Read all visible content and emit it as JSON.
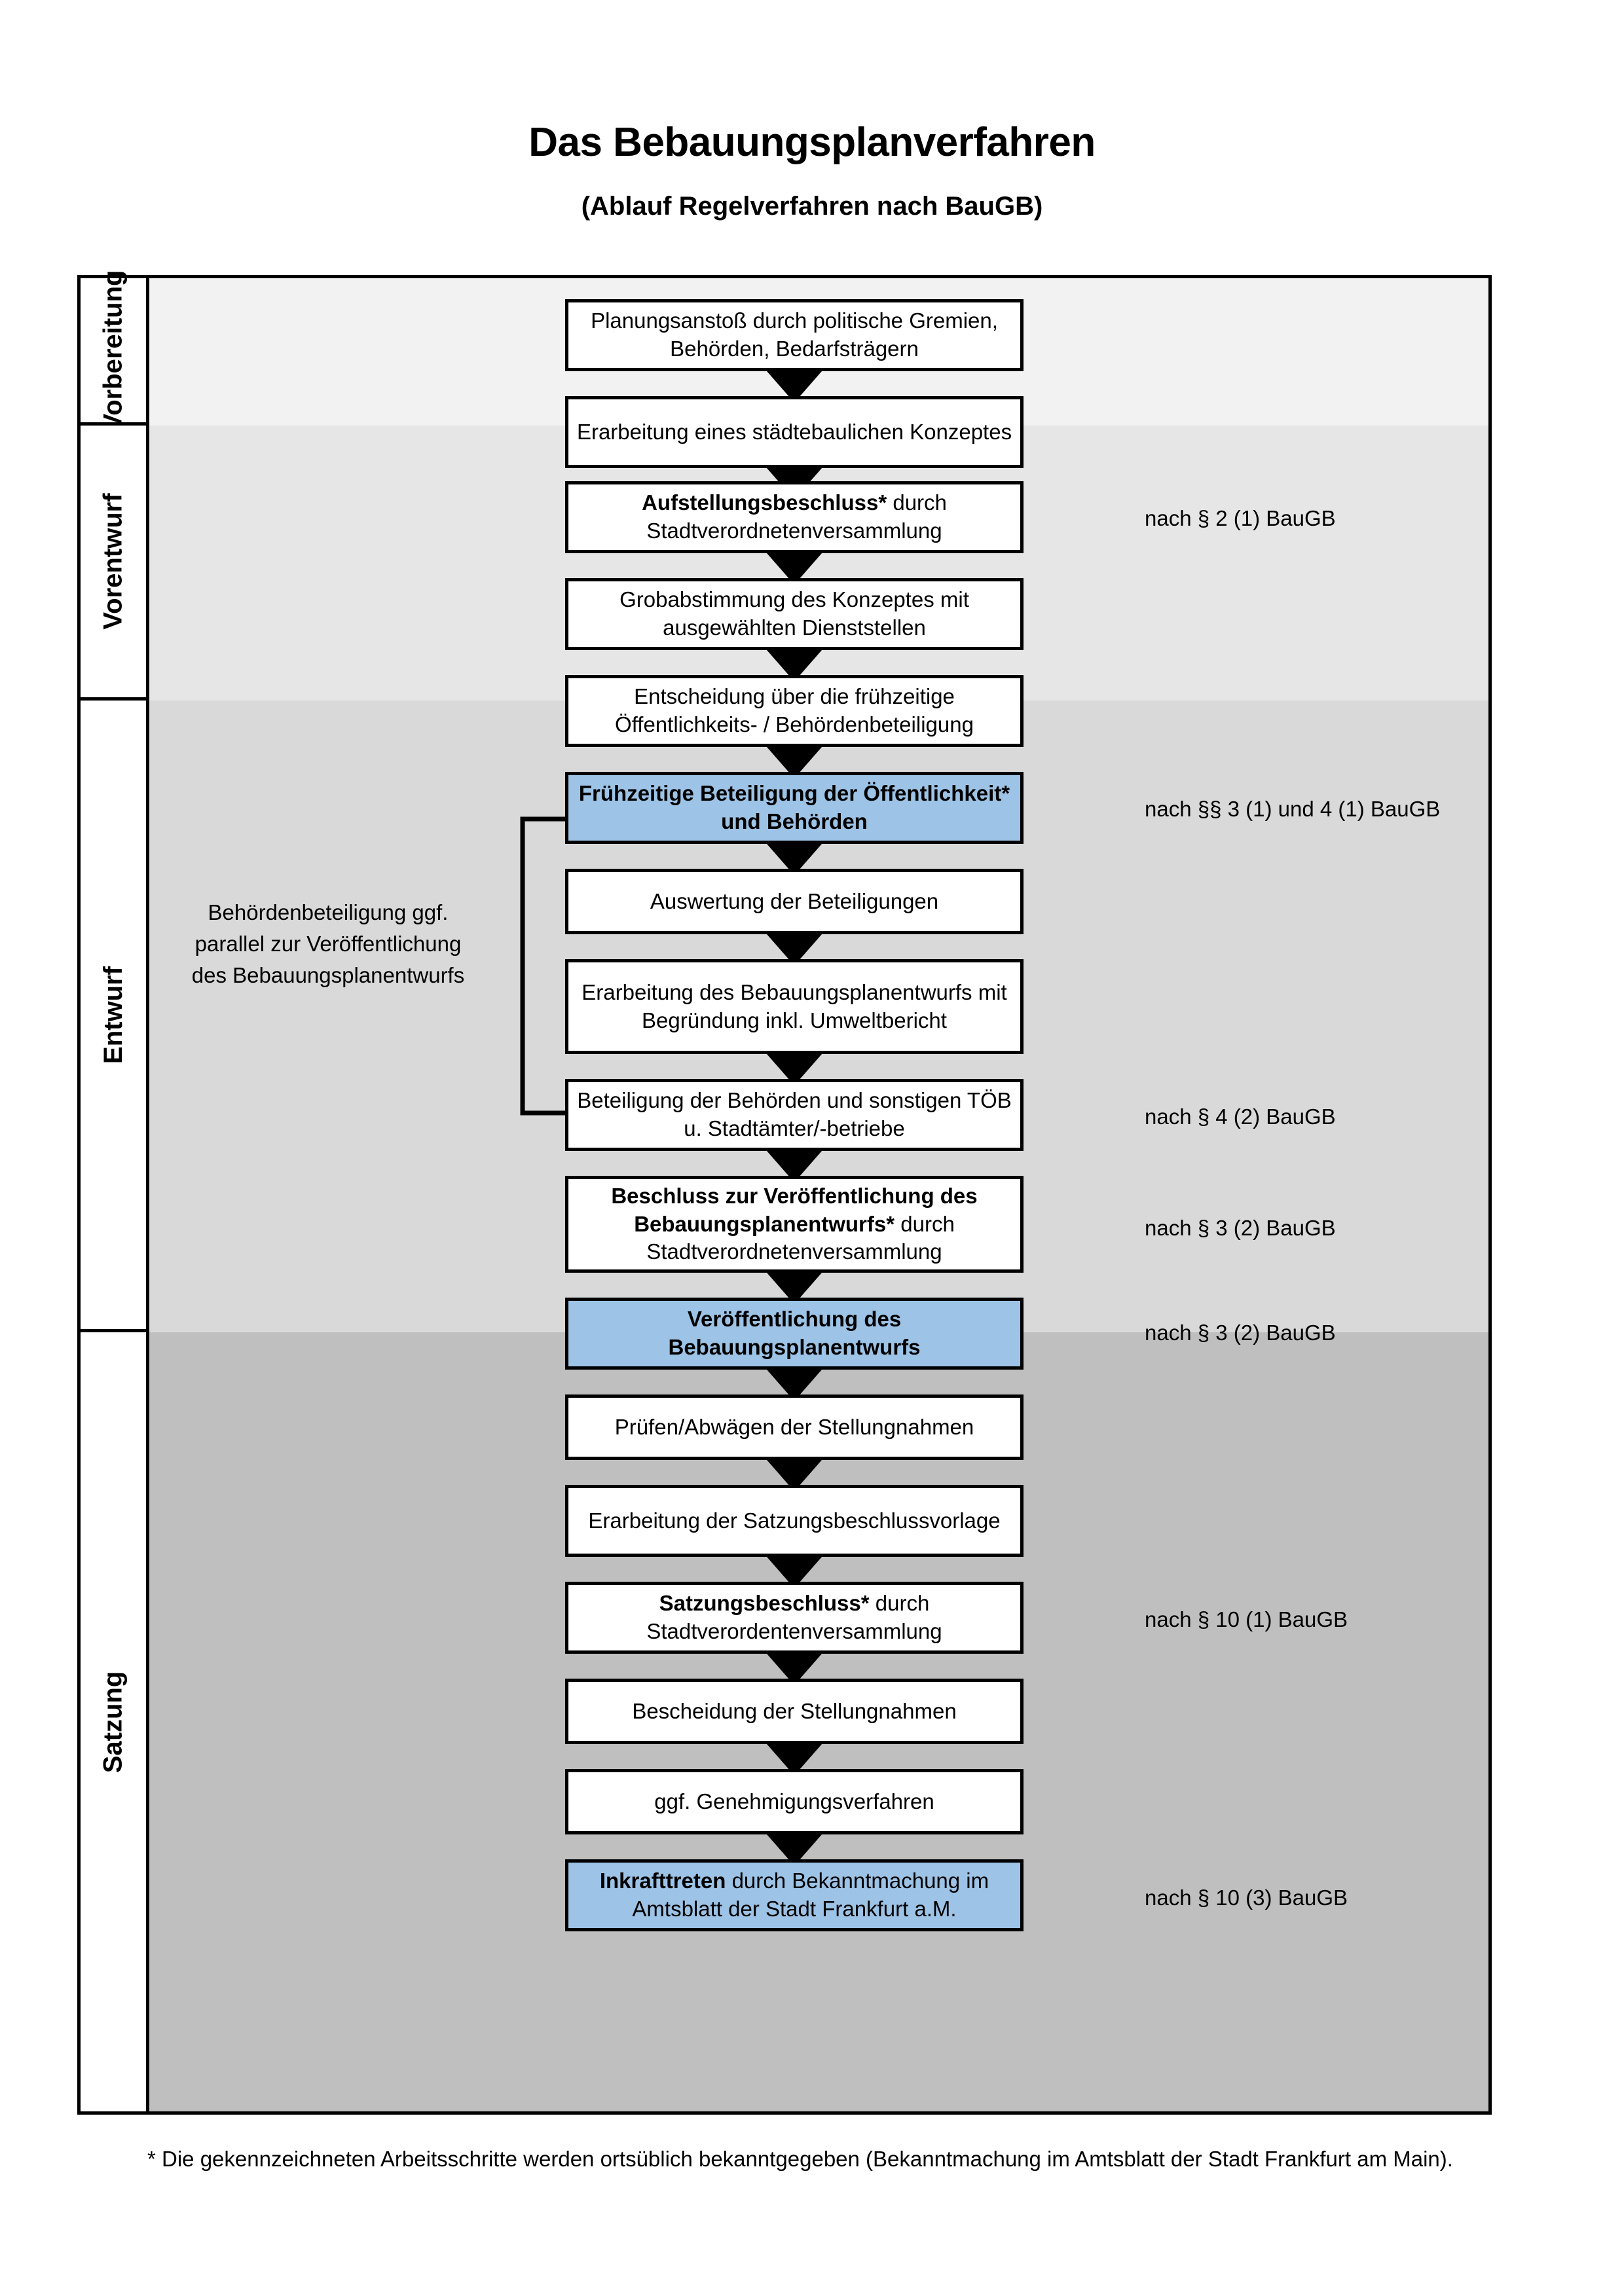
{
  "header": {
    "title": "Das Bebauungsplanverfahren",
    "subtitle": "(Ablauf Regelverfahren nach BauGB)"
  },
  "phases": [
    {
      "label": "Vorbereitung"
    },
    {
      "label": "Vorentwurf"
    },
    {
      "label": "Entwurf"
    },
    {
      "label": "Satzung"
    }
  ],
  "steps": [
    {
      "id": "planungsanstoss",
      "phase": "Vorbereitung",
      "bold_prefix": "",
      "text": "Planungsanstoß durch politische Gremien, Behörden, Bedarfsträgern",
      "highlighted": false
    },
    {
      "id": "staedtebauliches-konzept",
      "phase": "Vorbereitung",
      "bold_prefix": "",
      "text": "Erarbeitung eines städtebaulichen Konzeptes",
      "highlighted": false
    },
    {
      "id": "aufstellungsbeschluss",
      "phase": "Vorbereitung",
      "bold_prefix": "Aufstellungsbeschluss*",
      "text": " durch Stadtverordnetenversammlung",
      "highlighted": false
    },
    {
      "id": "grobabstimmung",
      "phase": "Vorentwurf",
      "bold_prefix": "",
      "text": "Grobabstimmung des Konzeptes mit ausgewählten Dienststellen",
      "highlighted": false
    },
    {
      "id": "entscheidung-fruehzeitige",
      "phase": "Vorentwurf",
      "bold_prefix": "",
      "text": "Entscheidung über die frühzeitige Öffentlichkeits- / Behördenbeteiligung",
      "highlighted": false
    },
    {
      "id": "fruehzeitige-beteiligung",
      "phase": "Vorentwurf",
      "bold_prefix": "Frühzeitige Beteiligung der Öffentlichkeit* und Behörden",
      "text": "",
      "highlighted": true
    },
    {
      "id": "auswertung-beteiligungen",
      "phase": "Entwurf",
      "bold_prefix": "",
      "text": "Auswertung der Beteiligungen",
      "highlighted": false
    },
    {
      "id": "erarbeitung-entwurf",
      "phase": "Entwurf",
      "bold_prefix": "",
      "text": "Erarbeitung des Bebauungsplanentwurfs mit Begründung inkl. Umweltbericht",
      "highlighted": false
    },
    {
      "id": "beteiligung-behoerden-toeb",
      "phase": "Entwurf",
      "bold_prefix": "",
      "text": "Beteiligung der Behörden und sonstigen TÖB u. Stadtämter/-betriebe",
      "highlighted": false
    },
    {
      "id": "beschluss-veroeffentlichung",
      "phase": "Entwurf",
      "bold_prefix": "Beschluss zur Veröffentlichung des Bebauungsplanentwurfs*",
      "text": " durch Stadtverordnetenversammlung",
      "highlighted": false
    },
    {
      "id": "veroeffentlichung-entwurf",
      "phase": "Entwurf",
      "bold_prefix": "Veröffentlichung des Bebauungsplanentwurfs",
      "text": "",
      "highlighted": true
    },
    {
      "id": "pruefen-abwaegen",
      "phase": "Satzung",
      "bold_prefix": "",
      "text": "Prüfen/Abwägen der Stellungnahmen",
      "highlighted": false
    },
    {
      "id": "erarbeitung-satzungsvorlage",
      "phase": "Satzung",
      "bold_prefix": "",
      "text": "Erarbeitung der Satzungsbeschlussvorlage",
      "highlighted": false
    },
    {
      "id": "satzungsbeschluss",
      "phase": "Satzung",
      "bold_prefix": "Satzungsbeschluss*",
      "text": " durch Stadtverordentenversammlung",
      "highlighted": false
    },
    {
      "id": "bescheidung-stellungnahmen",
      "phase": "Satzung",
      "bold_prefix": "",
      "text": "Bescheidung der Stellungnahmen",
      "highlighted": false
    },
    {
      "id": "genehmigungsverfahren",
      "phase": "Satzung",
      "bold_prefix": "",
      "text": "ggf. Genehmigungsverfahren",
      "highlighted": false
    },
    {
      "id": "inkrafttreten",
      "phase": "Satzung",
      "bold_prefix": "Inkrafttreten",
      "text": " durch Bekanntmachung im Amtsblatt der Stadt Frankfurt a.M.",
      "highlighted": true
    }
  ],
  "references": [
    {
      "id": "ref-par2-1",
      "text": "nach § 2 (1) BauGB"
    },
    {
      "id": "ref-par3-1-4-1",
      "text": "nach §§ 3 (1) und 4 (1) BauGB"
    },
    {
      "id": "ref-par4-2",
      "text": "nach § 4 (2) BauGB"
    },
    {
      "id": "ref-par3-2-a",
      "text": "nach § 3 (2) BauGB"
    },
    {
      "id": "ref-par3-2-b",
      "text": "nach § 3 (2) BauGB"
    },
    {
      "id": "ref-par10-1",
      "text": "nach § 10 (1) BauGB"
    },
    {
      "id": "ref-par10-3",
      "text": "nach § 10 (3) BauGB"
    }
  ],
  "side_note": {
    "text": "Behördenbeteiligung ggf. parallel zur Veröffentlichung des Bebauungsplanentwurfs"
  },
  "footnote": {
    "text": "* Die gekennzeichneten Arbeitsschritte werden ortsüblich bekanntgegeben (Bekanntmachung im Amtsblatt  der Stadt Frankfurt am Main)."
  },
  "colors": {
    "highlight_fill": "#9DC3E6",
    "band_vorbereitung": "#F2F2F2",
    "band_vorentwurf": "#E6E6E6",
    "band_entwurf": "#D9D9D9",
    "band_satzung": "#BFBFBF",
    "stroke": "#000000",
    "box_fill": "#FFFFFF"
  }
}
